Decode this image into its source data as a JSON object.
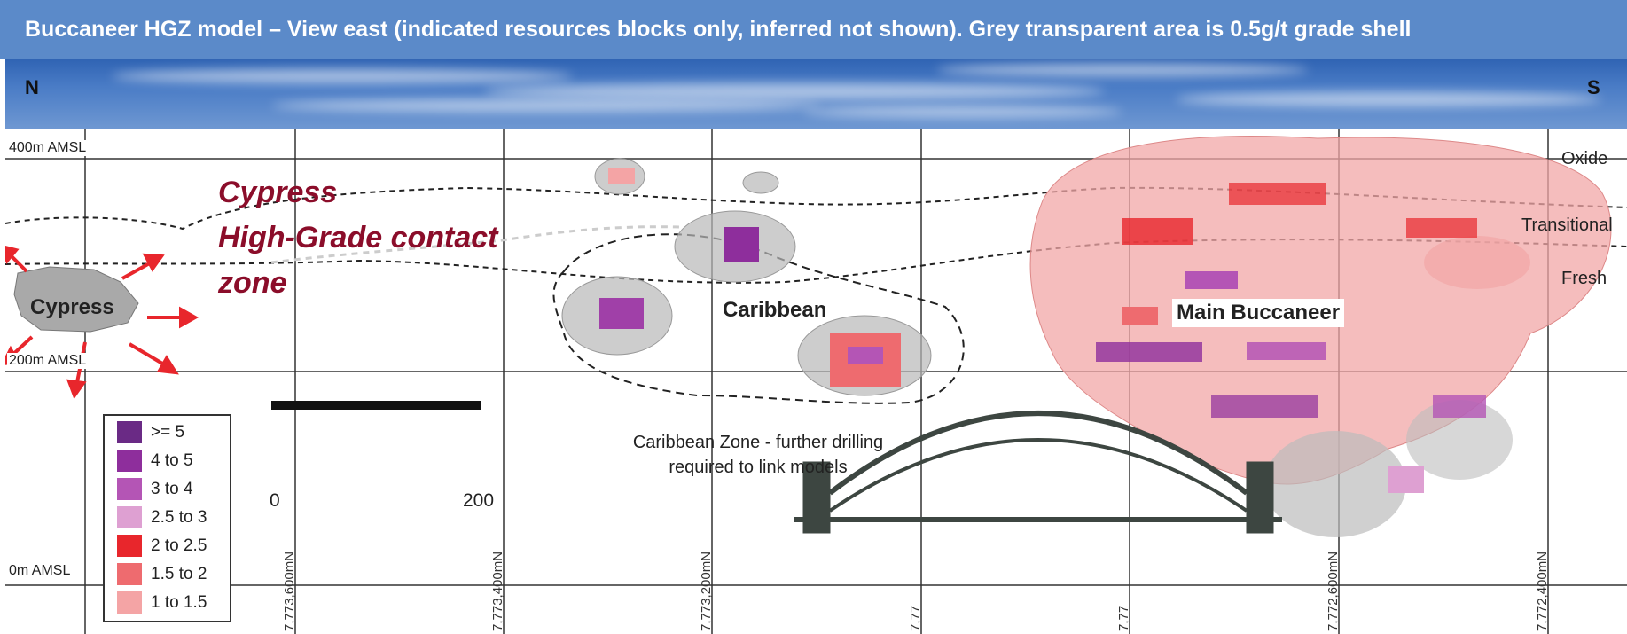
{
  "header": {
    "title": "Buccaneer HGZ model – View east (indicated resources blocks only, inferred not shown). Grey transparent area is 0.5g/t grade shell",
    "left_direction": "N",
    "right_direction": "S"
  },
  "levels": {
    "top": "400m AMSL",
    "middle": "200m AMSL",
    "bottom": "0m AMSL"
  },
  "zones": [
    "Oxide",
    "Transitional",
    "Fresh"
  ],
  "callout": {
    "line1": "Cypress",
    "line2": "High-Grade contact",
    "line3": "zone"
  },
  "bodies": {
    "cypress": "Cypress",
    "caribbean": "Caribbean",
    "main": "Main Buccaneer"
  },
  "caribbean_note": {
    "line1": "Caribbean Zone - further drilling",
    "line2": "required to link models"
  },
  "scale_bar": {
    "start": "0",
    "end": "200"
  },
  "northings": [
    "7,773,600mN",
    "7,773,400mN",
    "7,773,200mN",
    "7,77",
    "7,77",
    "7,772,600mN",
    "7,772,400mN"
  ],
  "legend": [
    {
      "label": ">= 5",
      "color": "#6a2a85"
    },
    {
      "label": "4 to 5",
      "color": "#8e2e9c"
    },
    {
      "label": "3 to 4",
      "color": "#b455b5"
    },
    {
      "label": "2.5 to 3",
      "color": "#dea0d2"
    },
    {
      "label": "2 to 2.5",
      "color": "#e8262c"
    },
    {
      "label": "1.5 to 2",
      "color": "#ee6b6f"
    },
    {
      "label": "1 to 1.5",
      "color": "#f4a4a5"
    }
  ],
  "colors": {
    "title_bar": "#5b8ac9",
    "callout": "#8b0d2a",
    "arrows": "#e8262c",
    "grade_shell": "#9a9a9a"
  }
}
